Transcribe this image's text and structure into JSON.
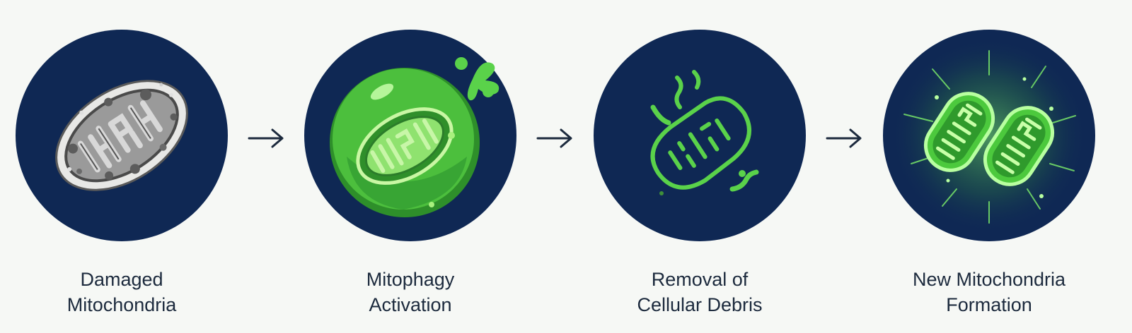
{
  "steps": [
    {
      "line1": "Damaged",
      "line2": "Mitochondria",
      "icon": "damaged-mitochondria-icon"
    },
    {
      "line1": "Mitophagy",
      "line2": "Activation",
      "icon": "mitophagy-activation-icon"
    },
    {
      "line1": "Removal of",
      "line2": "Cellular Debris",
      "icon": "debris-removal-icon"
    },
    {
      "line1": "New Mitochondria",
      "line2": "Formation",
      "icon": "new-mitochondria-icon"
    }
  ],
  "arrow_icon": "arrow-right-icon",
  "colors": {
    "background": "#f6f8f5",
    "circle": "#0f2854",
    "text": "#1c2a3d",
    "green_bright": "#5ad24a",
    "green_light": "#a8f07e",
    "gray_mitochondria": "#8c8c8c"
  }
}
